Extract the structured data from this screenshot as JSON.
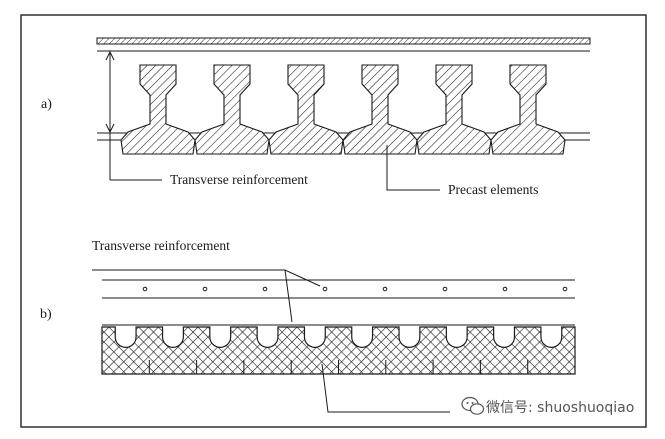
{
  "panel_a": {
    "label": "a)",
    "callout_left": "Transverse reinforcement",
    "callout_right": "Precast elements"
  },
  "panel_b": {
    "label": "b)",
    "callout_top": "Transverse reinforcement"
  },
  "watermark": {
    "text": "微信号: shuoshuoqiao"
  },
  "colors": {
    "line": "#1a1a1a",
    "frame": "#222222",
    "background": "#ffffff"
  },
  "icons": {
    "watermark_logo": "wechat-icon"
  }
}
